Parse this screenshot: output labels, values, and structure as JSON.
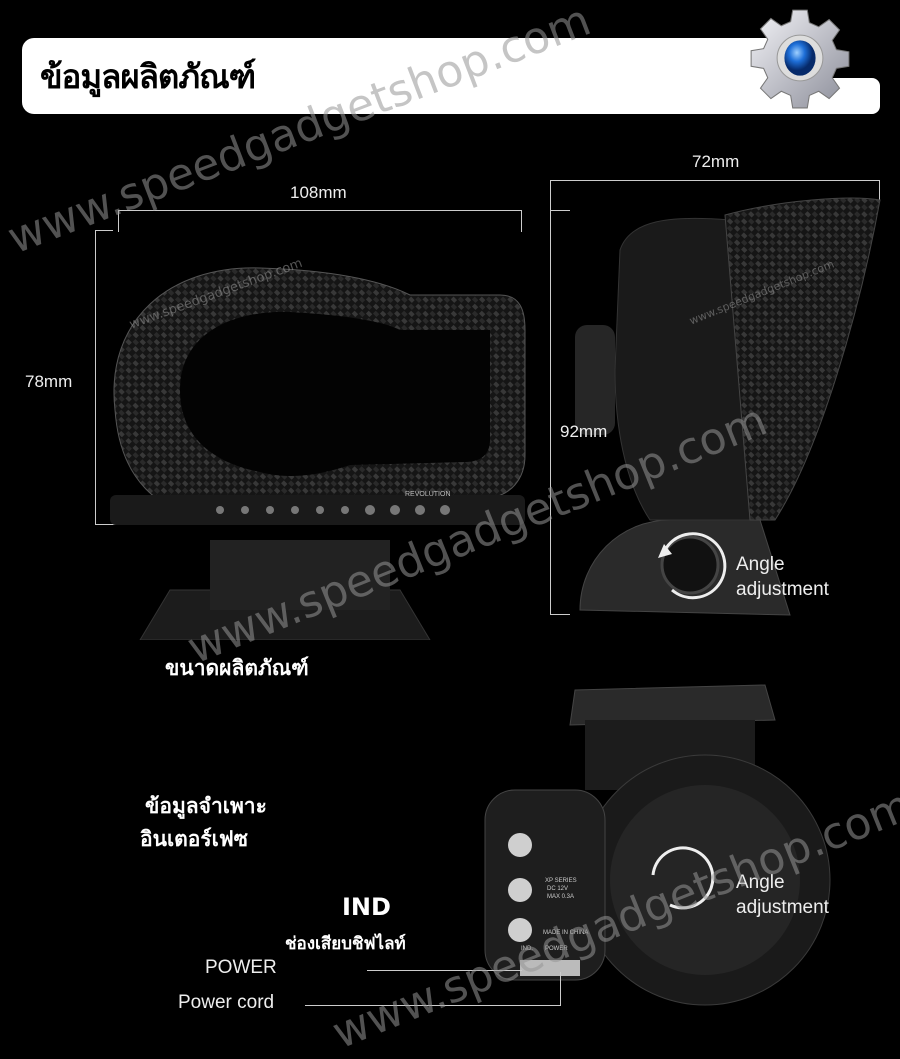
{
  "header": {
    "title": "ข้อมูลผลิตภัณฑ์",
    "icon": "gear-icon",
    "accent": "#1e6fd8"
  },
  "dimensions": {
    "width": "108mm",
    "height": "78mm",
    "depth": "72mm",
    "side_height": "92mm"
  },
  "device": {
    "brand": "REVOLUTION",
    "back_labels": [
      "XP SERIES",
      "DC 12V",
      "MAX 0.3A",
      "MADE IN CHINA",
      "IND.",
      "POWER"
    ]
  },
  "labels": {
    "angle_1": "Angle",
    "adjust_1": "adjustment",
    "angle_2": "Angle",
    "adjust_2": "adjustment",
    "product_size": "ขนาดผลิตภัณฑ์",
    "spec_line1": "ข้อมูลจำเพาะ",
    "spec_line2": "อินเตอร์เฟซ",
    "ind": "IND",
    "ind_desc": "ช่องเสียบชิฟไลท์",
    "power": "POWER",
    "power_cord": "Power cord"
  },
  "watermark": "www.speedgadgetshop.com"
}
